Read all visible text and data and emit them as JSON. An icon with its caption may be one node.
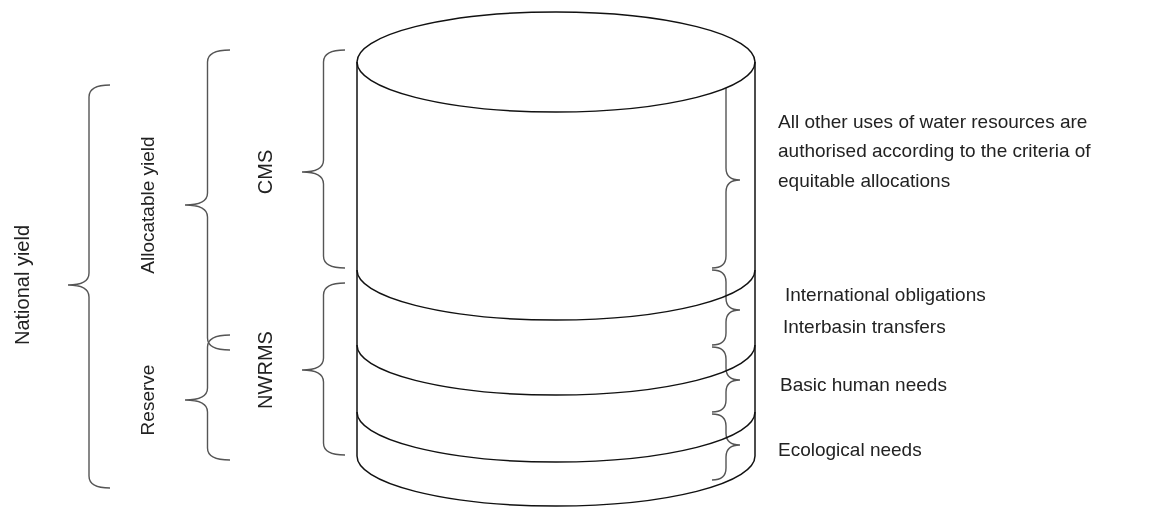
{
  "diagram": {
    "nodes": [
      {
        "text": [],
        "shape": "cylinder"
      }
    ],
    "labels": [
      "National yield",
      "Allocatable yield",
      "Reserve",
      "CMS",
      "NWRMS",
      "All other uses of water resources are authorised according to the criteria of equitable allocations",
      "International obligations",
      "Interbasin transfers",
      "Basic human needs",
      "Ecological needs"
    ]
  }
}
